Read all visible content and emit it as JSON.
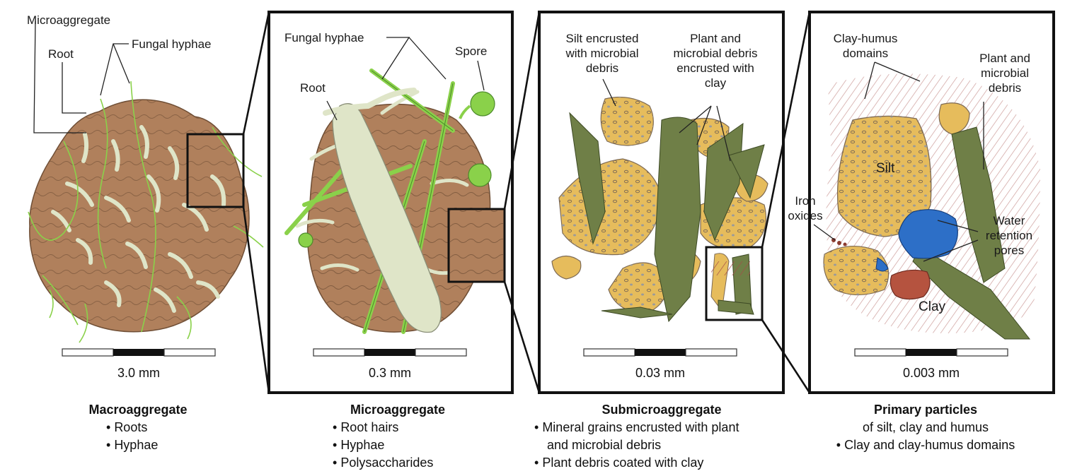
{
  "panels": [
    {
      "labels": {
        "microaggregate": "Microaggregate",
        "root": "Root",
        "fungal_hyphae": "Fungal hyphae"
      },
      "scale": "3.0 mm",
      "caption": {
        "title": "Macroaggregate",
        "bullets": [
          "Roots",
          "Hyphae"
        ]
      }
    },
    {
      "labels": {
        "fungal_hyphae": "Fungal hyphae",
        "spore": "Spore",
        "root": "Root"
      },
      "scale": "0.3 mm",
      "caption": {
        "title": "Microaggregate",
        "bullets": [
          "Root hairs",
          "Hyphae",
          "Polysaccharides"
        ]
      }
    },
    {
      "labels": {
        "silt_line1": "Silt encrusted",
        "silt_line2": "with microbial",
        "silt_line3": "debris",
        "plant_line1": "Plant and",
        "plant_line2": "microbial debris",
        "plant_line3": "encrusted with",
        "plant_line4": "clay"
      },
      "scale": "0.03 mm",
      "caption": {
        "title": "Submicroaggregate",
        "bullet1_line1": "Mineral grains encrusted with plant",
        "bullet1_line2": "and microbial debris",
        "bullet2": "Plant debris coated with clay"
      }
    },
    {
      "labels": {
        "domains_line1": "Clay-humus",
        "domains_line2": "domains",
        "plant_line1": "Plant and",
        "plant_line2": "microbial",
        "plant_line3": "debris",
        "silt": "Silt",
        "iron_line1": "Iron",
        "iron_line2": "oxides",
        "water_line1": "Water",
        "water_line2": "retention",
        "water_line3": "pores",
        "clay": "Clay"
      },
      "scale": "0.003 mm",
      "caption": {
        "title": "Primary particles",
        "line1": "of silt, clay and humus",
        "bullet": "Clay and clay-humus domains"
      }
    }
  ],
  "colors": {
    "soil": "#b0805c",
    "hyphae": "#8ad14a",
    "root": "#dfe5c8",
    "silt": "#e6bc5c",
    "plant_debris": "#6f7f47",
    "water": "#2d6fc7",
    "clay": "#b5533f",
    "clay_hatch": "#a44c47",
    "frame": "#111111"
  }
}
